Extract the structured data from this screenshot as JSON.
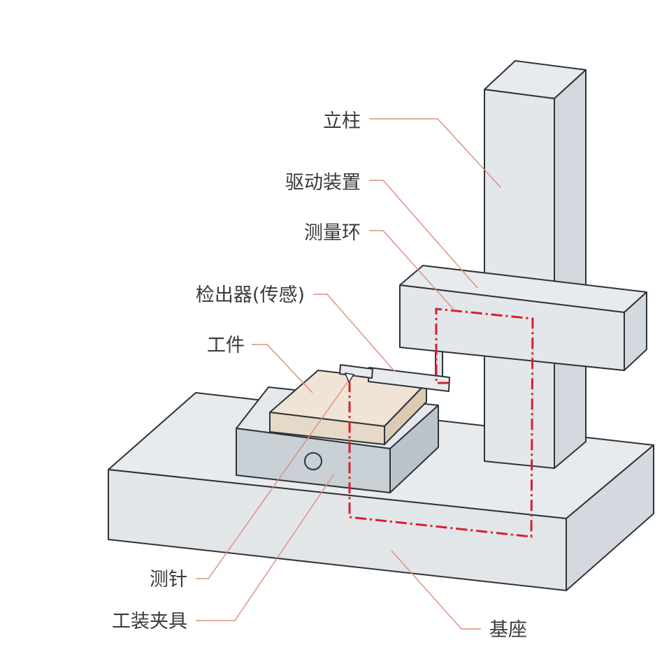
{
  "labels": {
    "column": "立柱",
    "drive_unit": "驱动装置",
    "measuring_loop": "测量环",
    "detector": "检出器(传感)",
    "workpiece": "工件",
    "stylus": "测针",
    "fixture": "工装夹具",
    "base": "基座"
  },
  "colors": {
    "face_light": "#e8ebee",
    "face_mid": "#dde1e5",
    "face_dark": "#c9d0d6",
    "workpiece_top": "#efe4d6",
    "workpiece_side": "#e2d3c0",
    "outline": "#2e3338",
    "leader": "#d98f7c",
    "loop": "#d9202a"
  }
}
